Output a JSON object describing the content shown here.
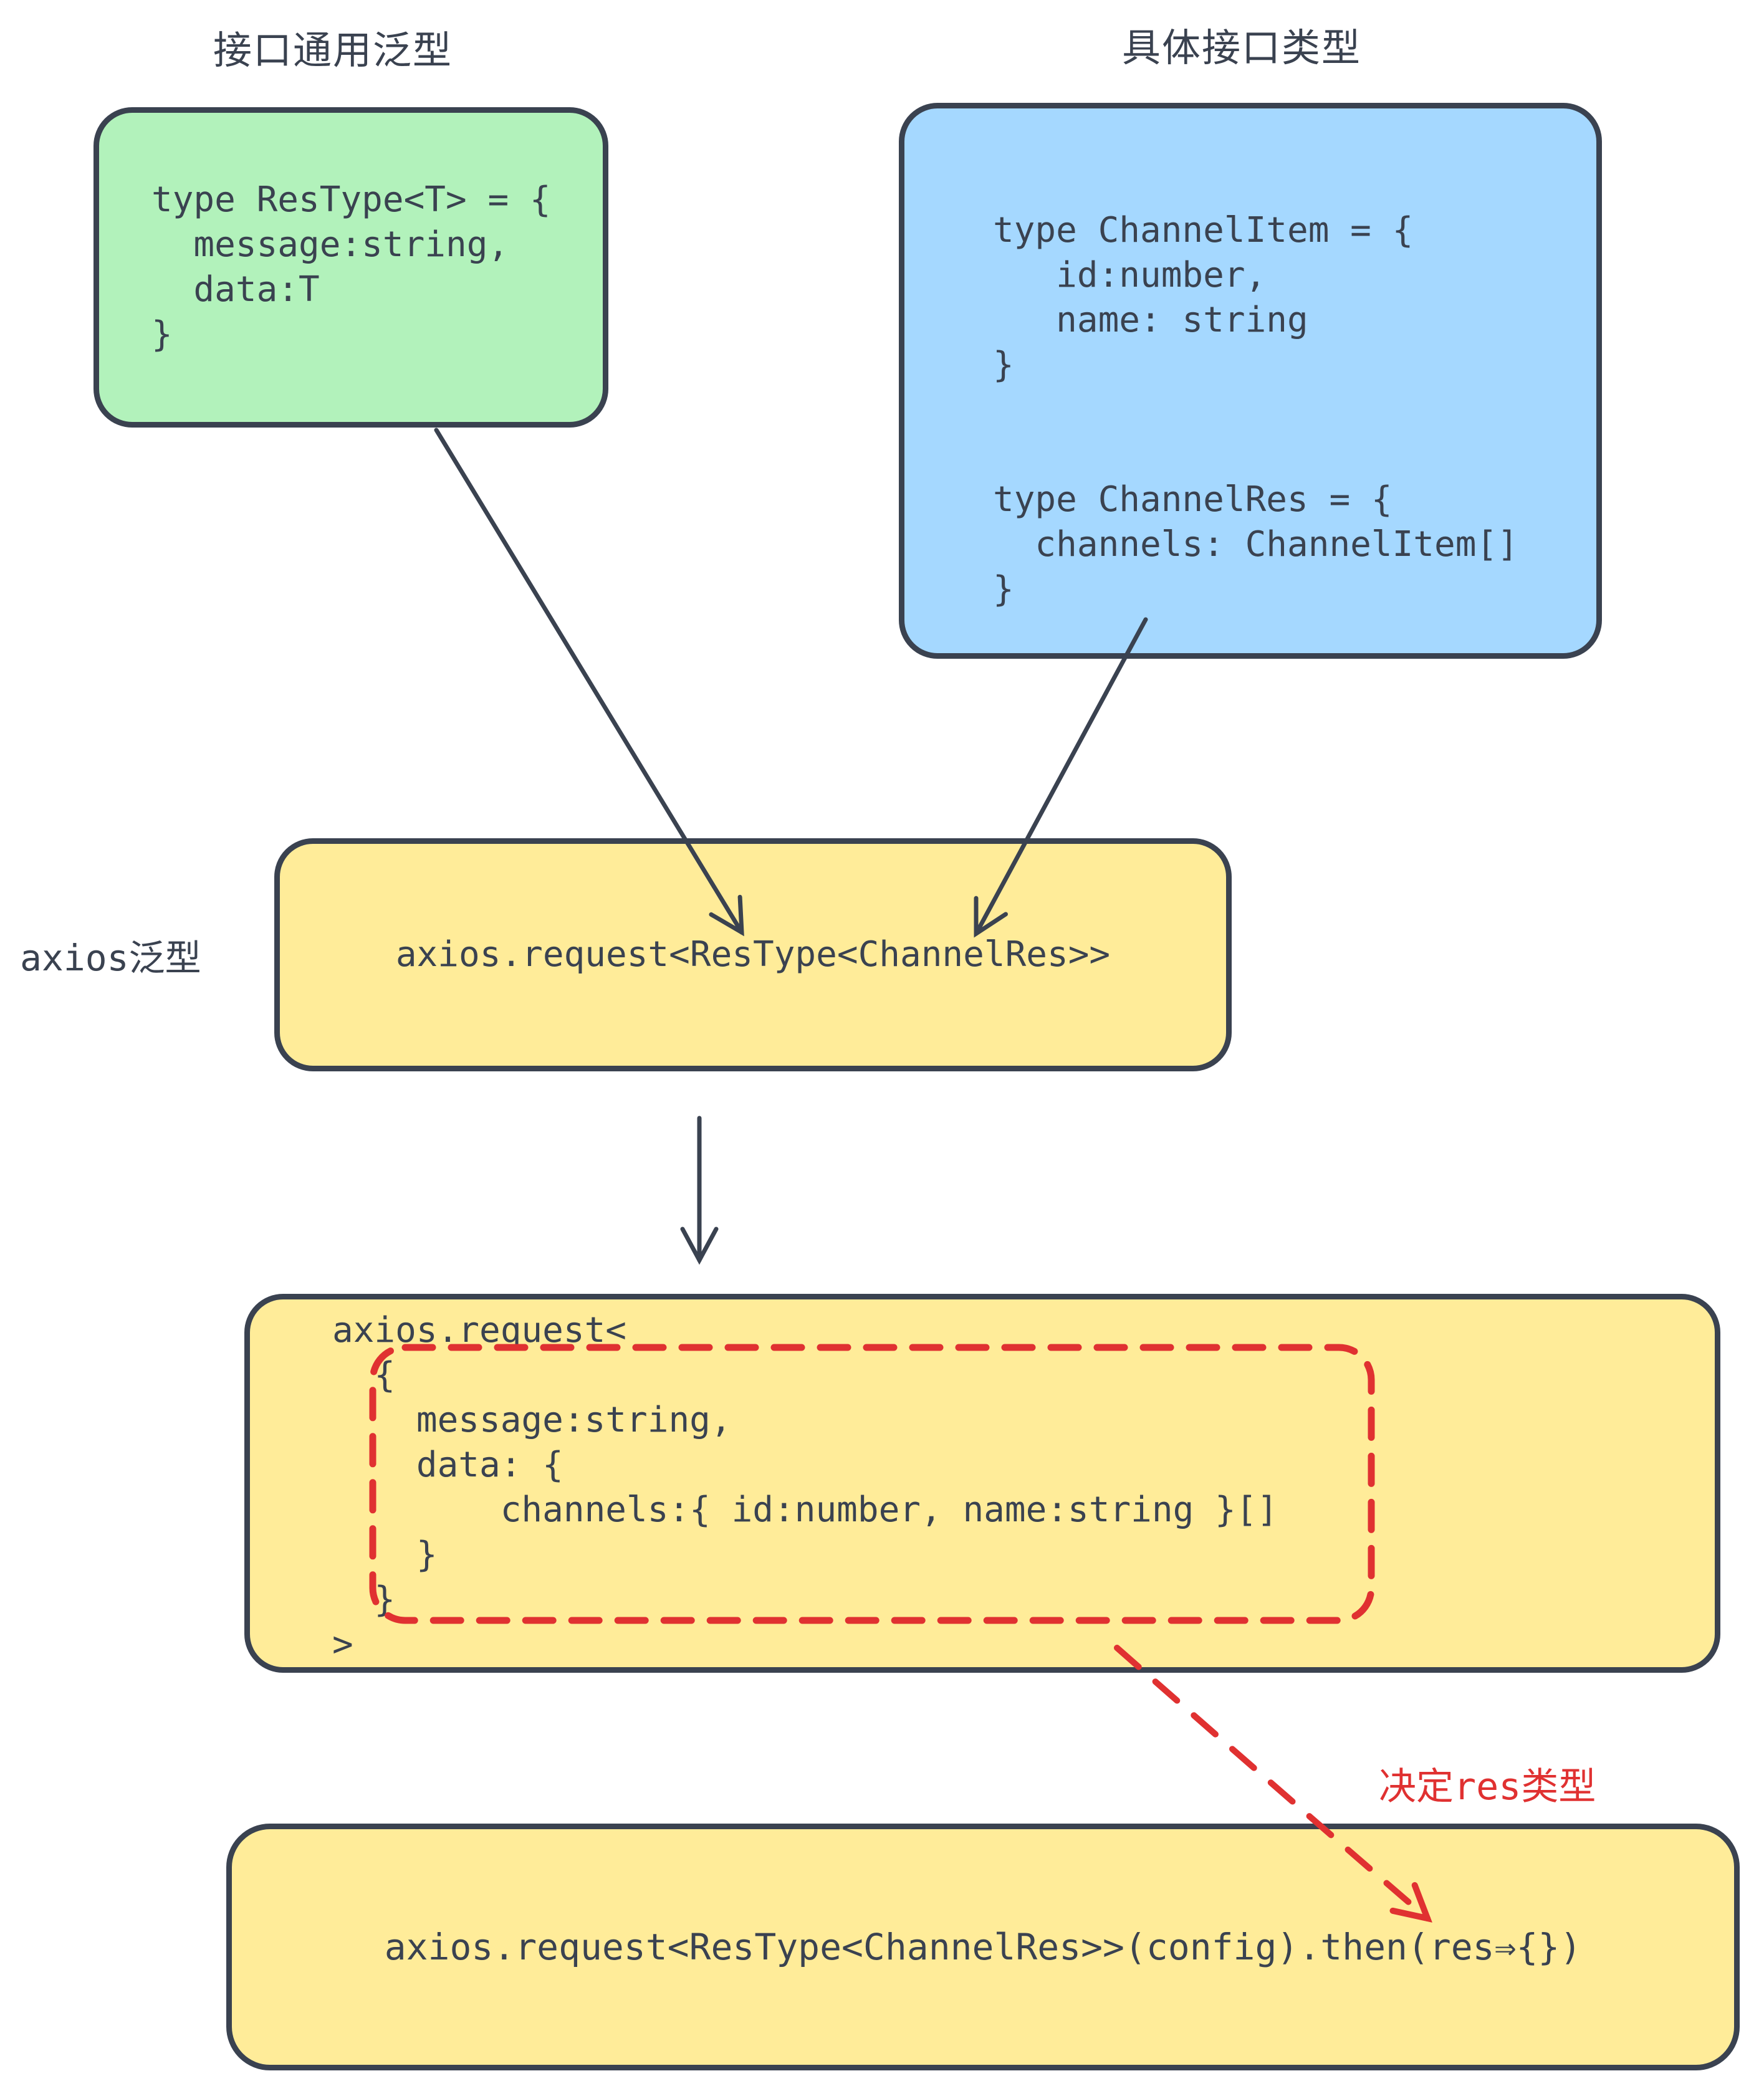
{
  "titles": {
    "left": "接口通用泛型",
    "right": "具体接口类型"
  },
  "side_labels": {
    "axios_generic": "axios泛型"
  },
  "annotations": {
    "res_type_note": "决定res类型"
  },
  "boxes": {
    "res_type": {
      "code": "type ResType<T> = {\n  message:string,\n  data:T\n}"
    },
    "channel_types": {
      "code": "type ChannelItem = {\n   id:number,\n   name: string\n}\n\n\ntype ChannelRes = {\n  channels: ChannelItem[]\n}"
    },
    "axios_request_generic": {
      "code": "axios.request<ResType<ChannelRes>>"
    },
    "axios_request_expanded": {
      "code": "axios.request<\n  {\n    message:string,\n    data: {\n        channels:{ id:number, name:string }[]\n    }\n  }\n>"
    },
    "axios_request_full": {
      "code": "axios.request<ResType<ChannelRes>>(config).then(res⇒{})"
    }
  },
  "colors": {
    "ink": "#3a4250",
    "red": "#e03131",
    "green_fill": "#b2f2bb",
    "blue_fill": "#a5d8ff",
    "yellow_fill": "#ffec99"
  }
}
